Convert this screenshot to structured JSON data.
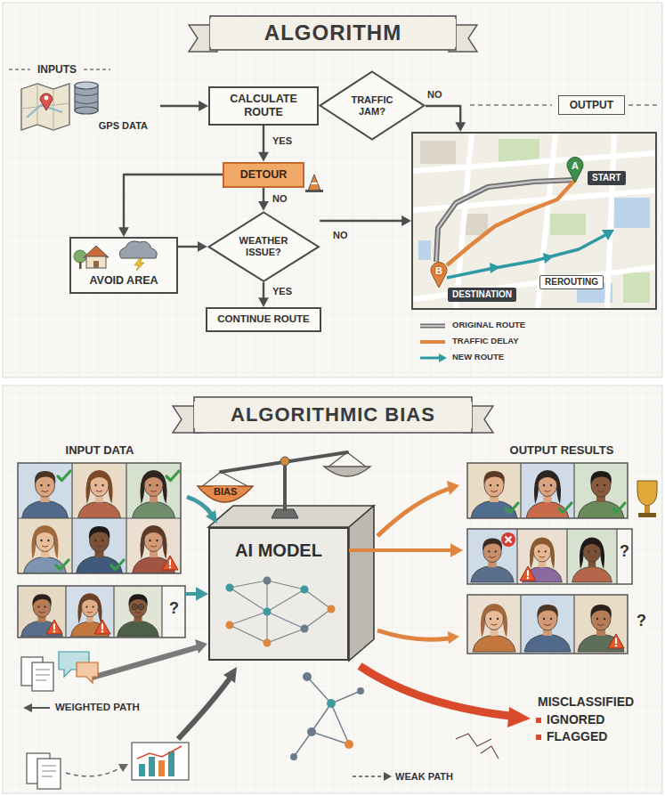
{
  "diagram": {
    "title": "ALGORITHM",
    "nodes": [
      {
        "text": [
          "GPS DATA"
        ]
      },
      {
        "text": [
          "CALCULATE ROUTE"
        ]
      },
      {
        "text": [
          "TRAFFIC JAM?"
        ]
      },
      {
        "text": [
          "OUTPUT"
        ]
      },
      {
        "text": [
          "DETOUR"
        ]
      },
      {
        "text": [
          "WEATHER ISSUE?"
        ]
      },
      {
        "text": [
          "AVOID AREA"
        ]
      },
      {
        "text": [
          "CONTINUE ROUTE"
        ]
      },
      {
        "text": [
          "INPUT DATA"
        ]
      },
      {
        "text": [
          "AI MODEL"
        ]
      },
      {
        "text": [
          "OUTPUT RESULTS"
        ]
      }
    ],
    "edges": [
      {
        "from": 0,
        "to": 1,
        "arrow": "to"
      },
      {
        "from": 1,
        "to": 2,
        "arrow": "to"
      },
      {
        "from": 2,
        "to": 3,
        "label": "NO",
        "arrow": "to"
      },
      {
        "from": 1,
        "to": 4,
        "label": "YES",
        "arrow": "to"
      },
      {
        "from": 4,
        "to": 5,
        "label": "NO",
        "arrow": "to"
      },
      {
        "from": 4,
        "to": 6,
        "arrow": "to"
      },
      {
        "from": 6,
        "to": 5,
        "arrow": "to"
      },
      {
        "from": 5,
        "to": 3,
        "label": "NO",
        "arrow": "to"
      },
      {
        "from": 5,
        "to": 7,
        "label": "YES",
        "arrow": "to"
      },
      {
        "from": 8,
        "to": 9,
        "arrow": "to"
      },
      {
        "from": 9,
        "to": 10,
        "arrow": "to"
      }
    ],
    "labels": [
      "INPUTS",
      "A",
      "START",
      "B",
      "DESTINATION",
      "REROUTING",
      "ALGORITHMIC BIAS",
      "BIAS",
      "?",
      "?",
      "?",
      "WEIGHTED PATH",
      "MISCLASSIFIED",
      "IGNORED",
      "FLAGGED",
      "WEAK PATH"
    ],
    "legend": [
      {
        "text": "ORIGINAL ROUTE"
      },
      {
        "text": "TRAFFIC DELAY"
      },
      {
        "text": "NEW ROUTE"
      }
    ]
  }
}
